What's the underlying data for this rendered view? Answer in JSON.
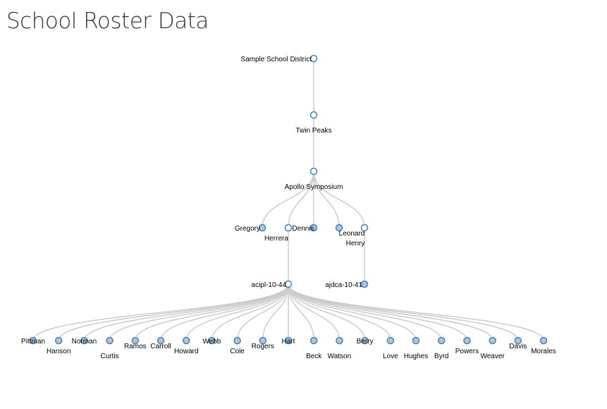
{
  "title": "School Roster Data",
  "colors": {
    "link": "#cccccc",
    "node_stroke": "#4682b4",
    "collapsed_fill": "#b0c4de",
    "expanded_fill": "#ffffff"
  },
  "tree": {
    "name": "Sample School District",
    "children": [
      {
        "name": "Twin Peaks",
        "children": [
          {
            "name": "Apollo Symposium",
            "children": [
              {
                "name": "Gregory",
                "collapsed": true
              },
              {
                "name": "Herrera",
                "children": [
                  {
                    "name": "acipl-10-44",
                    "children": [
                      {
                        "name": "Pittman",
                        "collapsed": true
                      },
                      {
                        "name": "Hanson",
                        "collapsed": true
                      },
                      {
                        "name": "Norman",
                        "collapsed": true
                      },
                      {
                        "name": "Curtis",
                        "collapsed": true
                      },
                      {
                        "name": "Ramos",
                        "collapsed": true
                      },
                      {
                        "name": "Carroll",
                        "collapsed": true
                      },
                      {
                        "name": "Howard",
                        "collapsed": true
                      },
                      {
                        "name": "Webb",
                        "collapsed": true
                      },
                      {
                        "name": "Cole",
                        "collapsed": true
                      },
                      {
                        "name": "Rogers",
                        "collapsed": true
                      },
                      {
                        "name": "Hart",
                        "collapsed": true
                      },
                      {
                        "name": "Beck",
                        "collapsed": true
                      },
                      {
                        "name": "Watson",
                        "collapsed": true
                      },
                      {
                        "name": "Berry",
                        "collapsed": true
                      },
                      {
                        "name": "Love",
                        "collapsed": true
                      },
                      {
                        "name": "Hughes",
                        "collapsed": true
                      },
                      {
                        "name": "Byrd",
                        "collapsed": true
                      },
                      {
                        "name": "Powers",
                        "collapsed": true
                      },
                      {
                        "name": "Weaver",
                        "collapsed": true
                      },
                      {
                        "name": "Davis",
                        "collapsed": true
                      },
                      {
                        "name": "Morales",
                        "collapsed": true
                      }
                    ]
                  }
                ]
              },
              {
                "name": "Dennis",
                "collapsed": true
              },
              {
                "name": "Leonard",
                "collapsed": true
              },
              {
                "name": "Henry",
                "children": [
                  {
                    "name": "ajdca-10-41",
                    "collapsed": true
                  }
                ]
              }
            ]
          }
        ]
      }
    ]
  }
}
